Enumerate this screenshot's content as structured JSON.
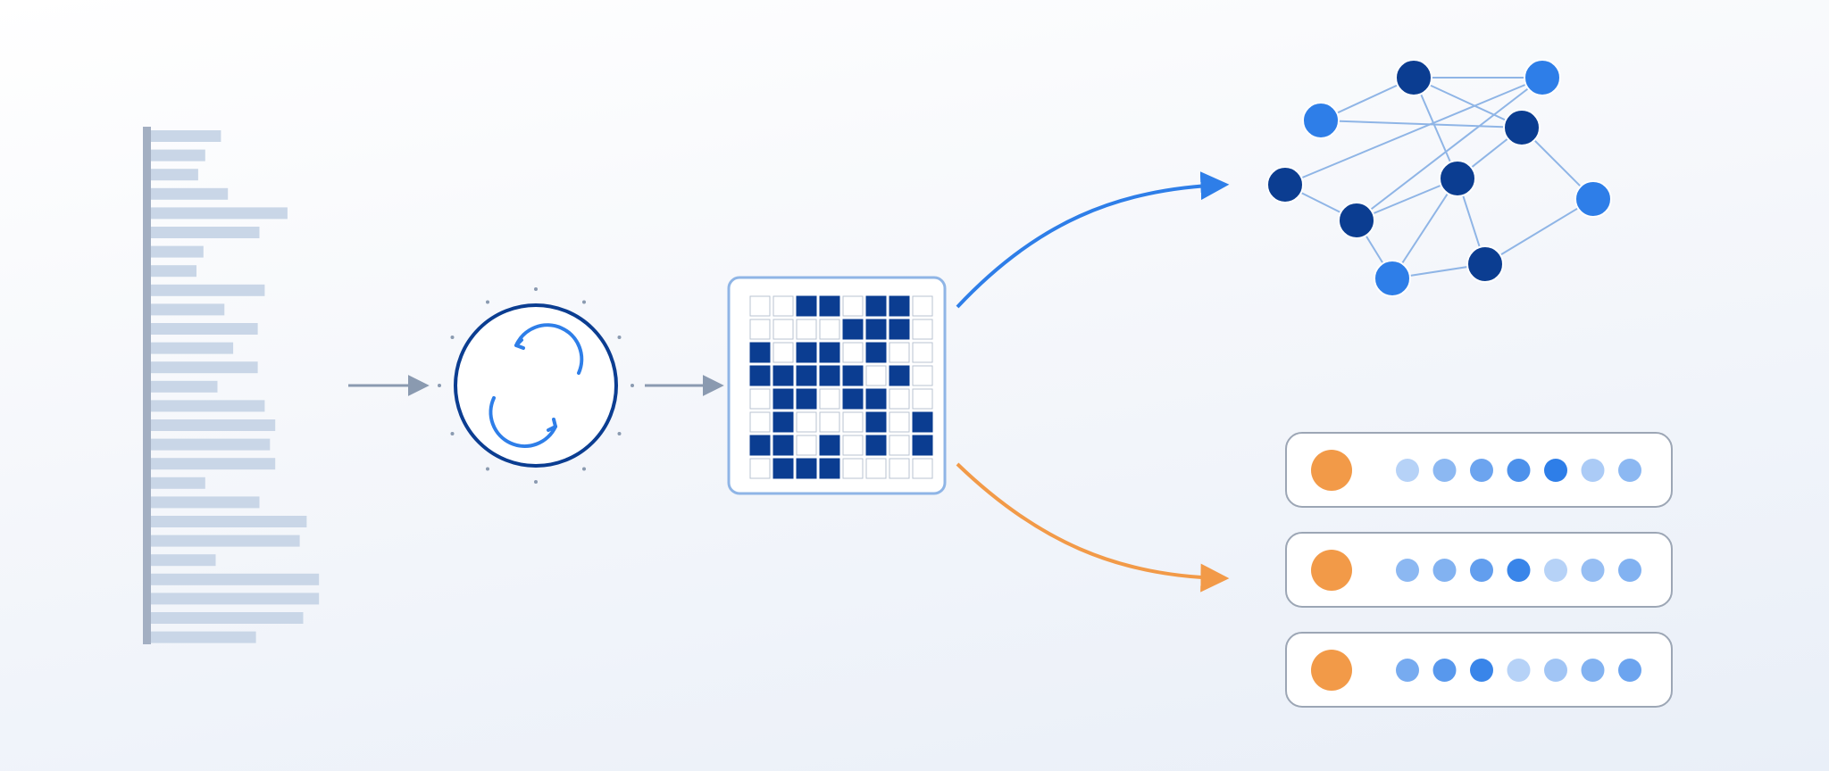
{
  "colors": {
    "background_top": "#ffffff",
    "background_bottom": "#e9eff8",
    "spine": "#a3afc2",
    "bar": "#c9d6e7",
    "arrow_gray": "#8a9ab0",
    "dark_blue": "#0b3d91",
    "bright_blue": "#2e7ee8",
    "edge_blue": "#8fb5e6",
    "orange": "#f29a48",
    "card_border": "#9ca6b5",
    "grid_border": "#8fb5e6"
  },
  "token_bars": {
    "relative_lengths": [
      0.4,
      0.31,
      0.27,
      0.44,
      0.78,
      0.62,
      0.3,
      0.26,
      0.65,
      0.42,
      0.61,
      0.47,
      0.61,
      0.38,
      0.65,
      0.71,
      0.68,
      0.71,
      0.31,
      0.62,
      0.89,
      0.85,
      0.37,
      0.96,
      0.96,
      0.87,
      0.6
    ]
  },
  "process_step": {
    "icon": "refresh-cycle-icon",
    "tick_marks": 12
  },
  "matrix": {
    "rows": 8,
    "cols": 8,
    "cells": [
      [
        0,
        0,
        1,
        1,
        0,
        1,
        1,
        0
      ],
      [
        0,
        0,
        0,
        0,
        1,
        1,
        1,
        0
      ],
      [
        1,
        0,
        1,
        1,
        0,
        1,
        0,
        0
      ],
      [
        1,
        1,
        1,
        1,
        1,
        0,
        1,
        0
      ],
      [
        0,
        1,
        1,
        0,
        1,
        1,
        0,
        0
      ],
      [
        0,
        1,
        0,
        0,
        0,
        1,
        0,
        1
      ],
      [
        1,
        1,
        0,
        1,
        0,
        1,
        0,
        1
      ],
      [
        0,
        1,
        1,
        1,
        0,
        0,
        0,
        0
      ]
    ]
  },
  "graph": {
    "nodes": [
      {
        "id": "a",
        "tone": "dark"
      },
      {
        "id": "b",
        "tone": "bright"
      },
      {
        "id": "c",
        "tone": "bright"
      },
      {
        "id": "d",
        "tone": "dark"
      },
      {
        "id": "e",
        "tone": "dark"
      },
      {
        "id": "f",
        "tone": "dark"
      },
      {
        "id": "g",
        "tone": "dark"
      },
      {
        "id": "h",
        "tone": "bright"
      },
      {
        "id": "i",
        "tone": "bright"
      },
      {
        "id": "j",
        "tone": "dark"
      }
    ],
    "edges": [
      [
        "a",
        "b"
      ],
      [
        "a",
        "c"
      ],
      [
        "a",
        "d"
      ],
      [
        "a",
        "e"
      ],
      [
        "c",
        "d"
      ],
      [
        "b",
        "g"
      ],
      [
        "b",
        "f"
      ],
      [
        "f",
        "g"
      ],
      [
        "g",
        "e"
      ],
      [
        "e",
        "d"
      ],
      [
        "d",
        "h"
      ],
      [
        "e",
        "j"
      ],
      [
        "e",
        "i"
      ],
      [
        "g",
        "i"
      ],
      [
        "i",
        "j"
      ],
      [
        "j",
        "h"
      ]
    ]
  },
  "output_cards": [
    {
      "dot_shades": [
        0.35,
        0.55,
        0.7,
        0.85,
        1.0,
        0.4,
        0.55
      ]
    },
    {
      "dot_shades": [
        0.55,
        0.6,
        0.75,
        0.95,
        0.35,
        0.5,
        0.6
      ]
    },
    {
      "dot_shades": [
        0.65,
        0.8,
        0.95,
        0.35,
        0.45,
        0.6,
        0.7
      ]
    }
  ]
}
